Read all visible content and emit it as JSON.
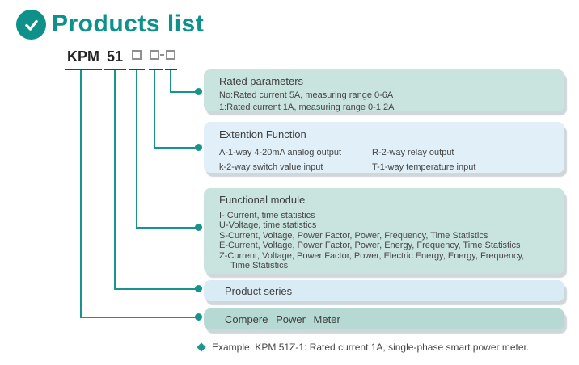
{
  "header": {
    "title": "Products list",
    "icon": "check-circle-icon"
  },
  "model_code": {
    "prefix": "KPM",
    "series": "51",
    "placeholder_glyph": "□",
    "separator": "-",
    "full_code": "KPM 51 □ □-□"
  },
  "boxes": {
    "rated": {
      "title": "Rated parameters",
      "lines": [
        "No:Rated current 5A, measuring range 0-6A",
        "1:Rated current 1A, measuring range 0-1.2A"
      ]
    },
    "extension": {
      "title": "Extention Function",
      "left": [
        "A-1-way 4-20mA analog output",
        "k-2-way switch value input"
      ],
      "right": [
        "R-2-way relay output",
        "T-1-way temperature input"
      ]
    },
    "functional": {
      "title": "Functional module",
      "lines": [
        "I- Current, time statistics",
        "U-Voltage, time statistics",
        "S-Current, Voltage, Power Factor, Power, Frequency, Time Statistics",
        "E-Current, Voltage, Power Factor, Power, Energy, Frequency, Time Statistics",
        "Z-Current, Voltage, Power Factor, Power, Electric Energy, Energy, Frequency,",
        "Time Statistics"
      ]
    },
    "series": {
      "label": "Product series"
    },
    "brand": {
      "label": "Compere Power Meter"
    }
  },
  "example": {
    "bullet": "◆",
    "text": "Example: KPM 51Z-1: Rated current 1A, single-phase smart power meter."
  },
  "colors": {
    "accent_teal": "#0d918a",
    "connector_teal": "#17948c",
    "teal_box_bg": "#c9e4de",
    "blue_box_bg": "#e1f0f8",
    "series_box_bg": "#d9ecf6",
    "brand_box_bg": "#b6dad3",
    "text_dark": "#3d3d3d"
  }
}
